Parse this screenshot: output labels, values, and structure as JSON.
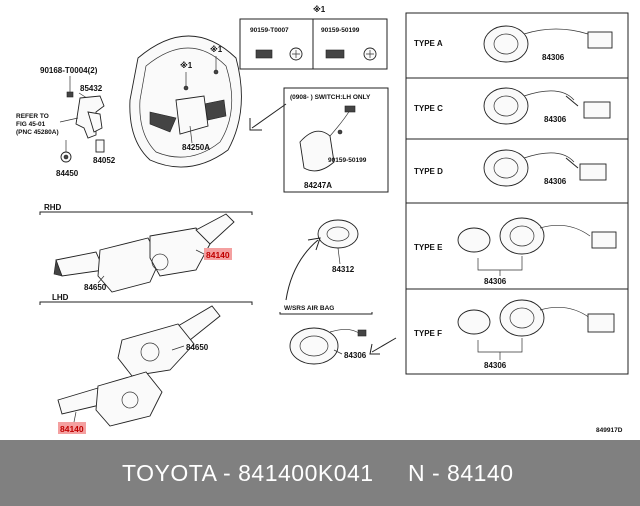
{
  "diagram": {
    "labels": {
      "fastener_a": "90168-T0004(2)",
      "p85432": "85432",
      "refer_line1": "REFER TO",
      "refer_line2": "FIG 45-01",
      "refer_line3": "(PNC 45280A)",
      "p84052": "84052",
      "p84450": "84450",
      "star1_wheel_a": "※1",
      "star1_wheel_b": "※1",
      "p84250a": "84250A",
      "star1_box": "※1",
      "screw_a": "90159-T0007",
      "screw_b": "90159-50199",
      "switch_note": "(0908-   ) SWITCH:LH ONLY",
      "screw_c": "90159-50199",
      "p84247a": "84247A",
      "rhd": "RHD",
      "p84140_rhd": "84140",
      "p84650_rhd": "84650",
      "lhd": "LHD",
      "p84650_lhd": "84650",
      "p84140_lhd": "84140",
      "p84312": "84312",
      "srs_note": "W/SRS AIR BAG",
      "p84306_center": "84306",
      "type_a": "TYPE A",
      "type_c": "TYPE C",
      "type_d": "TYPE D",
      "type_e": "TYPE E",
      "type_f": "TYPE F",
      "p84306_a": "84306",
      "p84306_c": "84306",
      "p84306_d": "84306",
      "p84306_e": "84306",
      "p84306_f": "84306",
      "drawing_no": "849917D"
    },
    "highlight_color": "#f4a0a0"
  },
  "footer": {
    "left": "TOYOTA - 841400K041",
    "right": "N - 84140",
    "background": "#808080"
  }
}
